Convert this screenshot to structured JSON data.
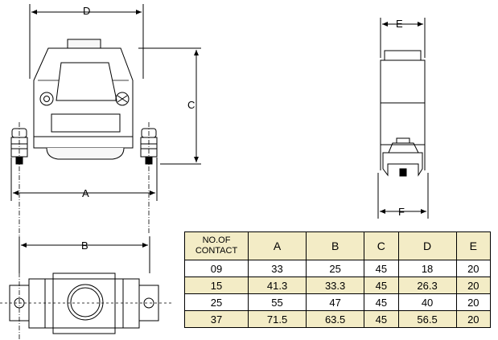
{
  "dims": {
    "A": "A",
    "B": "B",
    "C": "C",
    "D": "D",
    "E": "E",
    "F": "F"
  },
  "table": {
    "header_line1": "NO.OF",
    "header_line2": "CONTACT",
    "columns": [
      "A",
      "B",
      "C",
      "D",
      "E"
    ],
    "rows": [
      [
        "09",
        "33",
        "25",
        "45",
        "18",
        "20"
      ],
      [
        "15",
        "41.3",
        "33.3",
        "45",
        "26.3",
        "20"
      ],
      [
        "25",
        "55",
        "47",
        "45",
        "40",
        "20"
      ],
      [
        "37",
        "71.5",
        "63.5",
        "45",
        "56.5",
        "20"
      ]
    ]
  }
}
